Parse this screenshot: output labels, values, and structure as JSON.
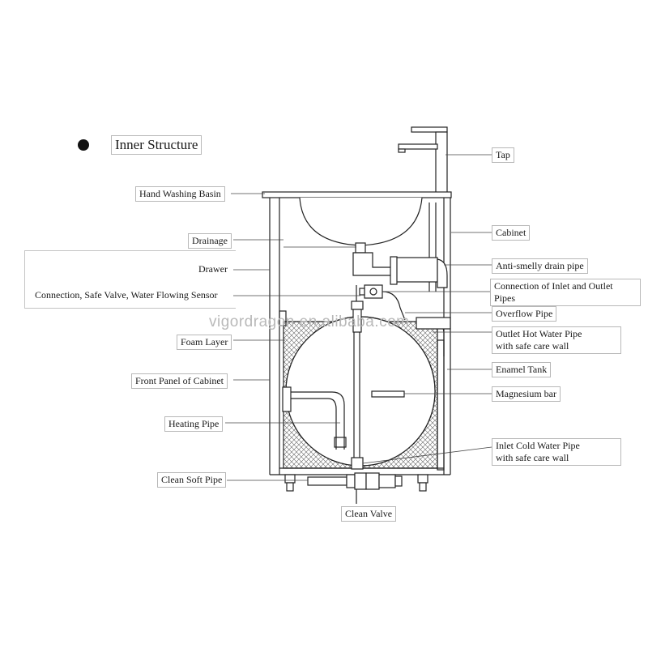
{
  "title": "Inner Structure",
  "watermark": "vigordragon.en.alibaba.com",
  "left_labels": {
    "hand_washing_basin": "Hand Washing Basin",
    "drainage": "Drainage",
    "drawer": "Drawer",
    "connection_sensor": "Connection, Safe Valve, Water Flowing Sensor",
    "foam_layer": "Foam Layer",
    "front_panel": "Front Panel of Cabinet",
    "heating_pipe": "Heating Pipe",
    "clean_soft_pipe": "Clean Soft Pipe",
    "clean_valve": "Clean Valve"
  },
  "right_labels": {
    "tap": "Tap",
    "cabinet": "Cabinet",
    "anti_smelly": "Anti-smelly drain pipe",
    "connection_inlet_outlet_1": "Connection of Inlet and Outlet",
    "connection_inlet_outlet_2": "Pipes",
    "overflow_pipe": "Overflow Pipe",
    "outlet_hot_1": "Outlet Hot Water Pipe",
    "outlet_hot_2": "with safe care wall",
    "enamel_tank": "Enamel Tank",
    "magnesium_bar": "Magnesium bar",
    "inlet_cold_1": "Inlet Cold Water Pipe",
    "inlet_cold_2": "with safe care wall"
  }
}
